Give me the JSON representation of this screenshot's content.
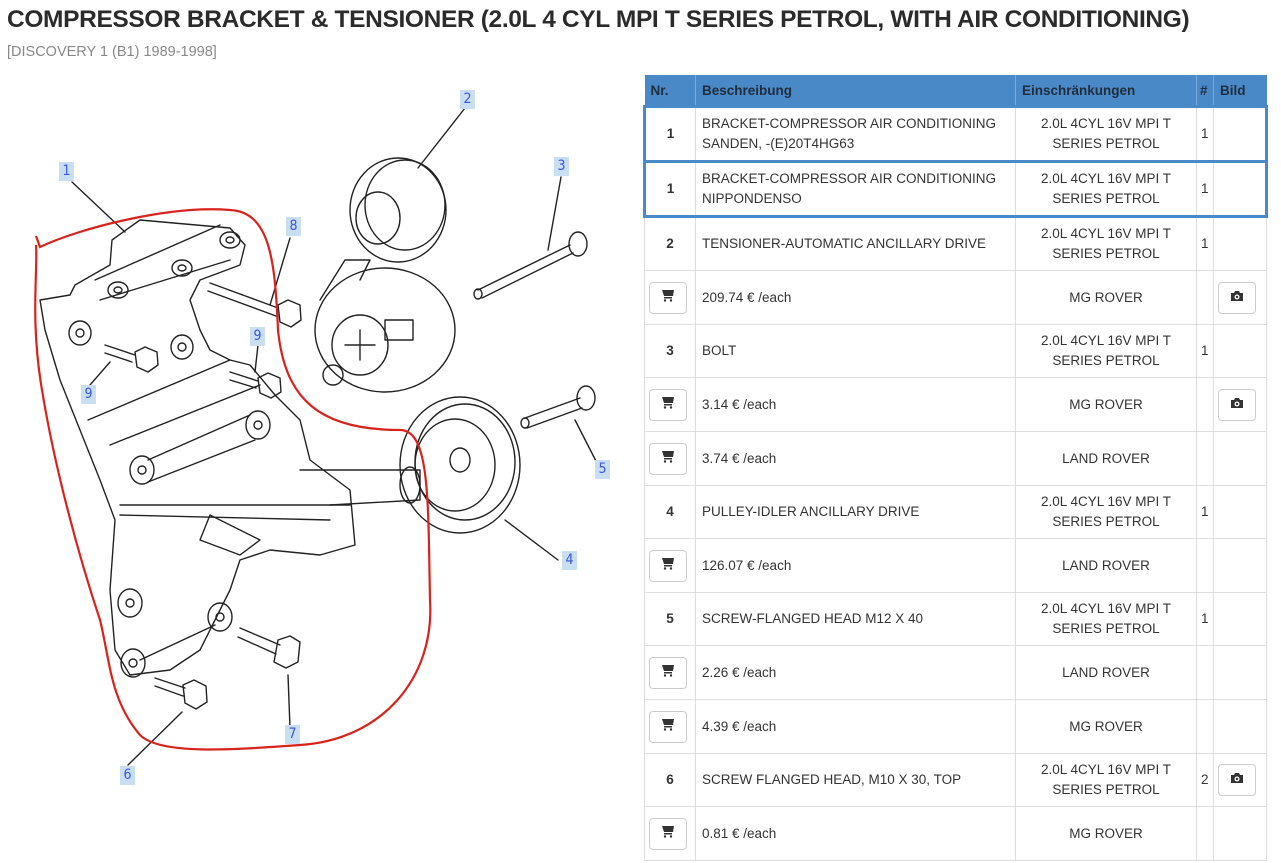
{
  "header": {
    "title": "COMPRESSOR BRACKET & TENSIONER (2.0L 4 CYL MPI T SERIES PETROL, WITH AIR CONDITIONING)",
    "subtitle": "[DISCOVERY 1 (B1) 1989-1998]"
  },
  "diagram": {
    "callouts": [
      "1",
      "2",
      "3",
      "4",
      "5",
      "6",
      "7",
      "8",
      "9",
      "9"
    ],
    "callout_color": "#3b55e0",
    "callout_bg": "#c7dff0",
    "outline_color": "#d8231c"
  },
  "table": {
    "header_color": "#4a89c8",
    "columns": [
      "Nr.",
      "Beschreibung",
      "Einschränkungen",
      "#",
      "Bild"
    ],
    "rows": [
      {
        "type": "part",
        "nr": "1",
        "desc": "BRACKET-COMPRESSOR AIR CONDITIONING SANDEN, -(E)20T4HG63",
        "restr": "2.0L 4CYL 16V MPI T SERIES PETROL",
        "qty": "1",
        "highlighted": true
      },
      {
        "type": "part",
        "nr": "1",
        "desc": "BRACKET-COMPRESSOR AIR CONDITIONING NIPPONDENSO",
        "restr": "2.0L 4CYL 16V MPI T SERIES PETROL",
        "qty": "1",
        "highlighted": true
      },
      {
        "type": "part",
        "nr": "2",
        "desc": "TENSIONER-AUTOMATIC ANCILLARY DRIVE",
        "restr": "2.0L 4CYL 16V MPI T SERIES PETROL",
        "qty": "1"
      },
      {
        "type": "price",
        "price": "209.74 € /each",
        "brand": "MG ROVER",
        "photo": true
      },
      {
        "type": "part",
        "nr": "3",
        "desc": "BOLT",
        "restr": "2.0L 4CYL 16V MPI T SERIES PETROL",
        "qty": "1"
      },
      {
        "type": "price",
        "price": "3.14 € /each",
        "brand": "MG ROVER",
        "photo": true
      },
      {
        "type": "price",
        "price": "3.74 € /each",
        "brand": "LAND ROVER",
        "photo": false
      },
      {
        "type": "part",
        "nr": "4",
        "desc": "PULLEY-IDLER ANCILLARY DRIVE",
        "restr": "2.0L 4CYL 16V MPI T SERIES PETROL",
        "qty": "1"
      },
      {
        "type": "price",
        "price": "126.07 € /each",
        "brand": "LAND ROVER",
        "photo": false
      },
      {
        "type": "part",
        "nr": "5",
        "desc": "SCREW-FLANGED HEAD M12 X 40",
        "restr": "2.0L 4CYL 16V MPI T SERIES PETROL",
        "qty": "1"
      },
      {
        "type": "price",
        "price": "2.26 € /each",
        "brand": "LAND ROVER",
        "photo": false
      },
      {
        "type": "price",
        "price": "4.39 € /each",
        "brand": "MG ROVER",
        "photo": false
      },
      {
        "type": "part",
        "nr": "6",
        "desc": "SCREW FLANGED HEAD, M10 X 30, TOP",
        "restr": "2.0L 4CYL 16V MPI T SERIES PETROL",
        "qty": "2",
        "photo": true
      },
      {
        "type": "price",
        "price": "0.81 € /each",
        "brand": "MG ROVER",
        "photo": false
      }
    ],
    "icons": {
      "cart": "cart-icon",
      "photo": "camera-icon"
    }
  }
}
